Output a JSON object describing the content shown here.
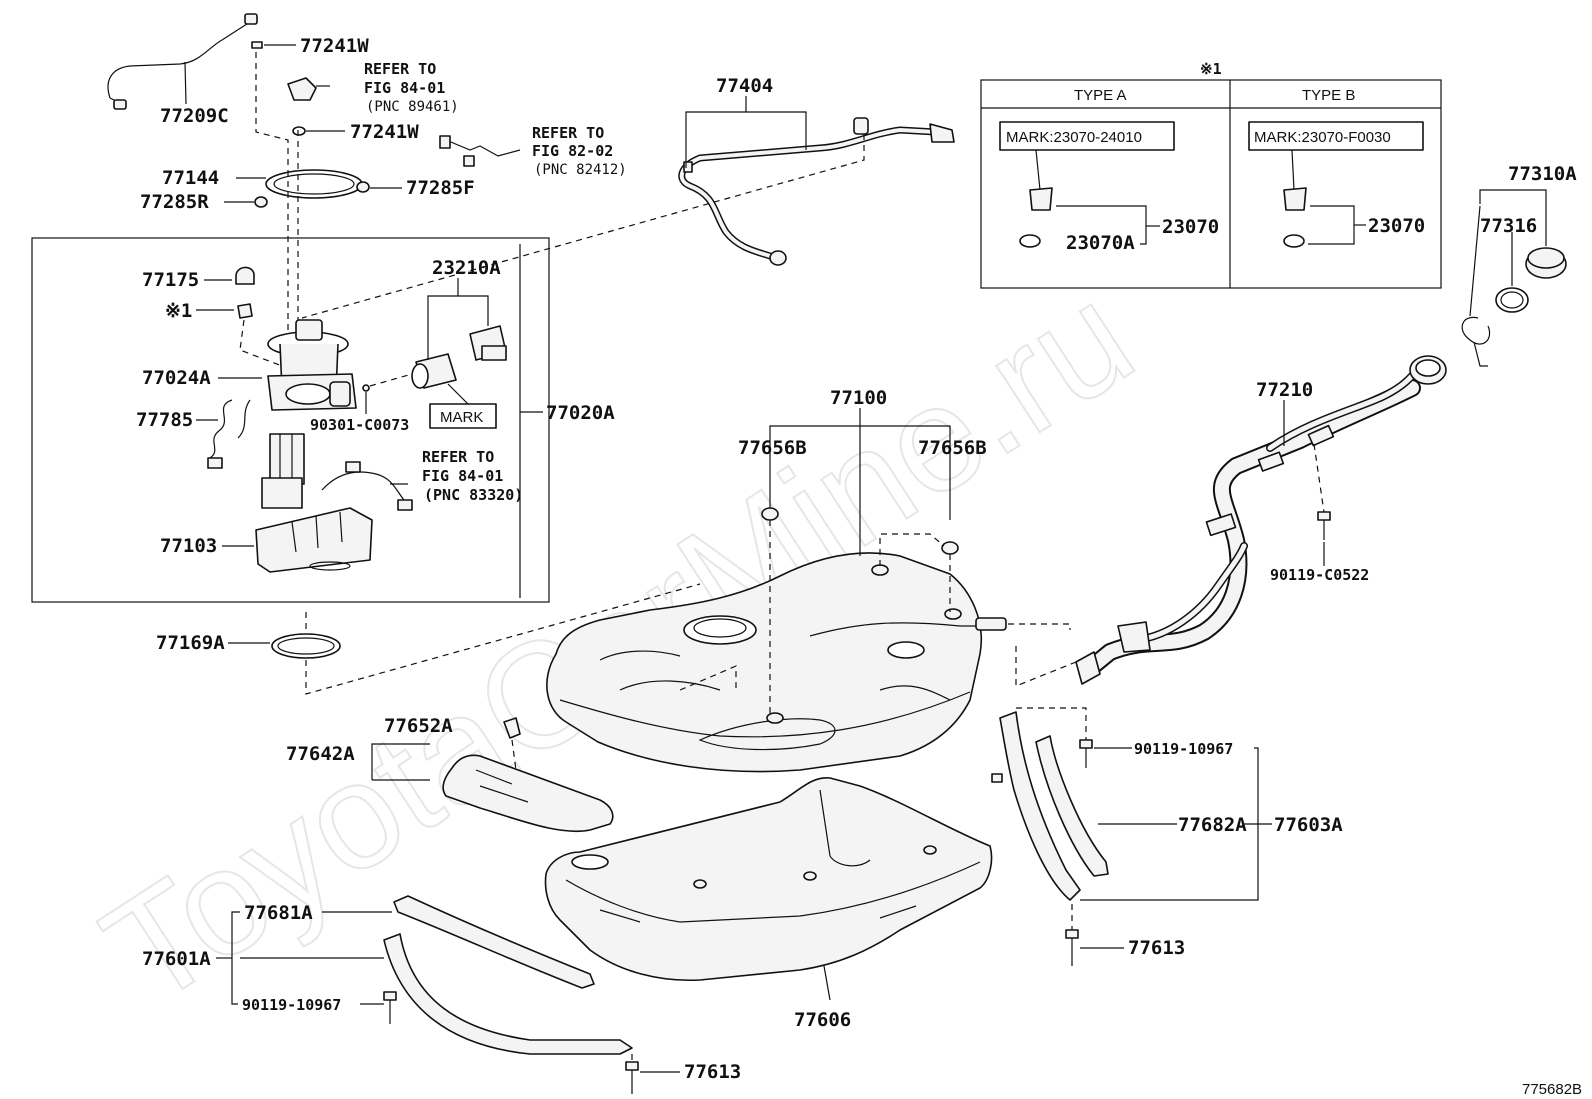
{
  "watermark": "ToyotaCarMine.ru",
  "figure_code": "775682B",
  "callouts": {
    "p77241W_top": "77241W",
    "p77209C": "77209C",
    "refer_a_1": "REFER TO",
    "refer_a_2": "FIG 84-01",
    "refer_a_3": "(PNC 89461)",
    "p77241W_mid": "77241W",
    "refer_b_1": "REFER TO",
    "refer_b_2": "FIG 82-02",
    "refer_b_3": "(PNC 82412)",
    "p77144": "77144",
    "p77285R": "77285R",
    "p77285F": "77285F",
    "p77404": "77404",
    "p77175": "77175",
    "note1_mark": "※1",
    "p23210A": "23210A",
    "p77024A": "77024A",
    "p77785": "77785",
    "p90301": "90301-C0073",
    "mark_box": "MARK",
    "p77020A": "77020A",
    "refer_c_1": "REFER TO",
    "refer_c_2": "FIG 84-01",
    "refer_c_3": "(PNC 83320)",
    "p77103": "77103",
    "p77169A": "77169A",
    "p77100": "77100",
    "p77656B_l": "77656B",
    "p77656B_r": "77656B",
    "p77210": "77210",
    "p77310A": "77310A",
    "p77316": "77316",
    "p90119_C0522": "90119-C0522",
    "p77652A": "77652A",
    "p77642A": "77642A",
    "p90119_10967_r": "90119-10967",
    "p77682A": "77682A",
    "p77603A": "77603A",
    "p77613_r": "77613",
    "p77681A": "77681A",
    "p77601A": "77601A",
    "p90119_10967_l": "90119-10967",
    "p77606": "77606",
    "p77613_b": "77613"
  },
  "type_table": {
    "note": "※1",
    "type_a": {
      "header": "TYPE A",
      "mark": "MARK:23070-24010",
      "part": "23070",
      "sub_part": "23070A"
    },
    "type_b": {
      "header": "TYPE B",
      "mark": "MARK:23070-F0030",
      "part": "23070"
    }
  }
}
